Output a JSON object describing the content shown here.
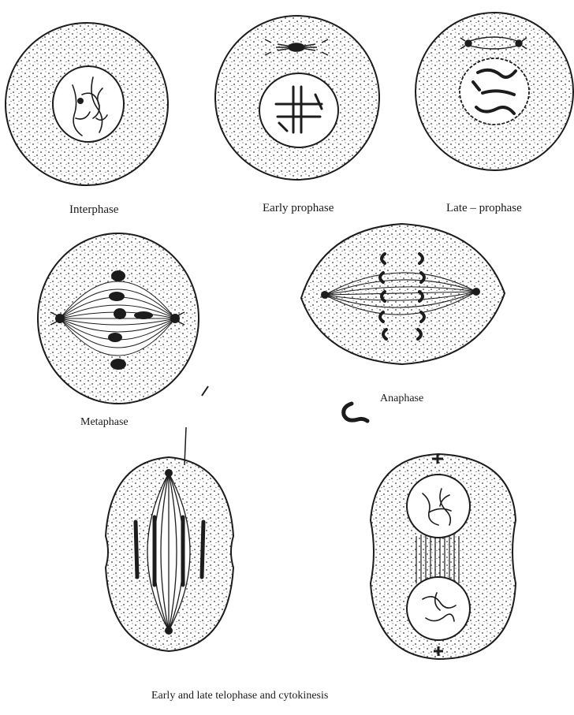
{
  "labels": {
    "interphase": "Interphase",
    "early_prophase": "Early prophase",
    "late_prophase": "Late – prophase",
    "metaphase": "Metaphase",
    "anaphase": "Anaphase",
    "telophase": "Early and late telophase and cytokinesis"
  },
  "colors": {
    "ink": "#1c1c1c",
    "stipple": "#3a3a3a",
    "background": "#ffffff"
  }
}
